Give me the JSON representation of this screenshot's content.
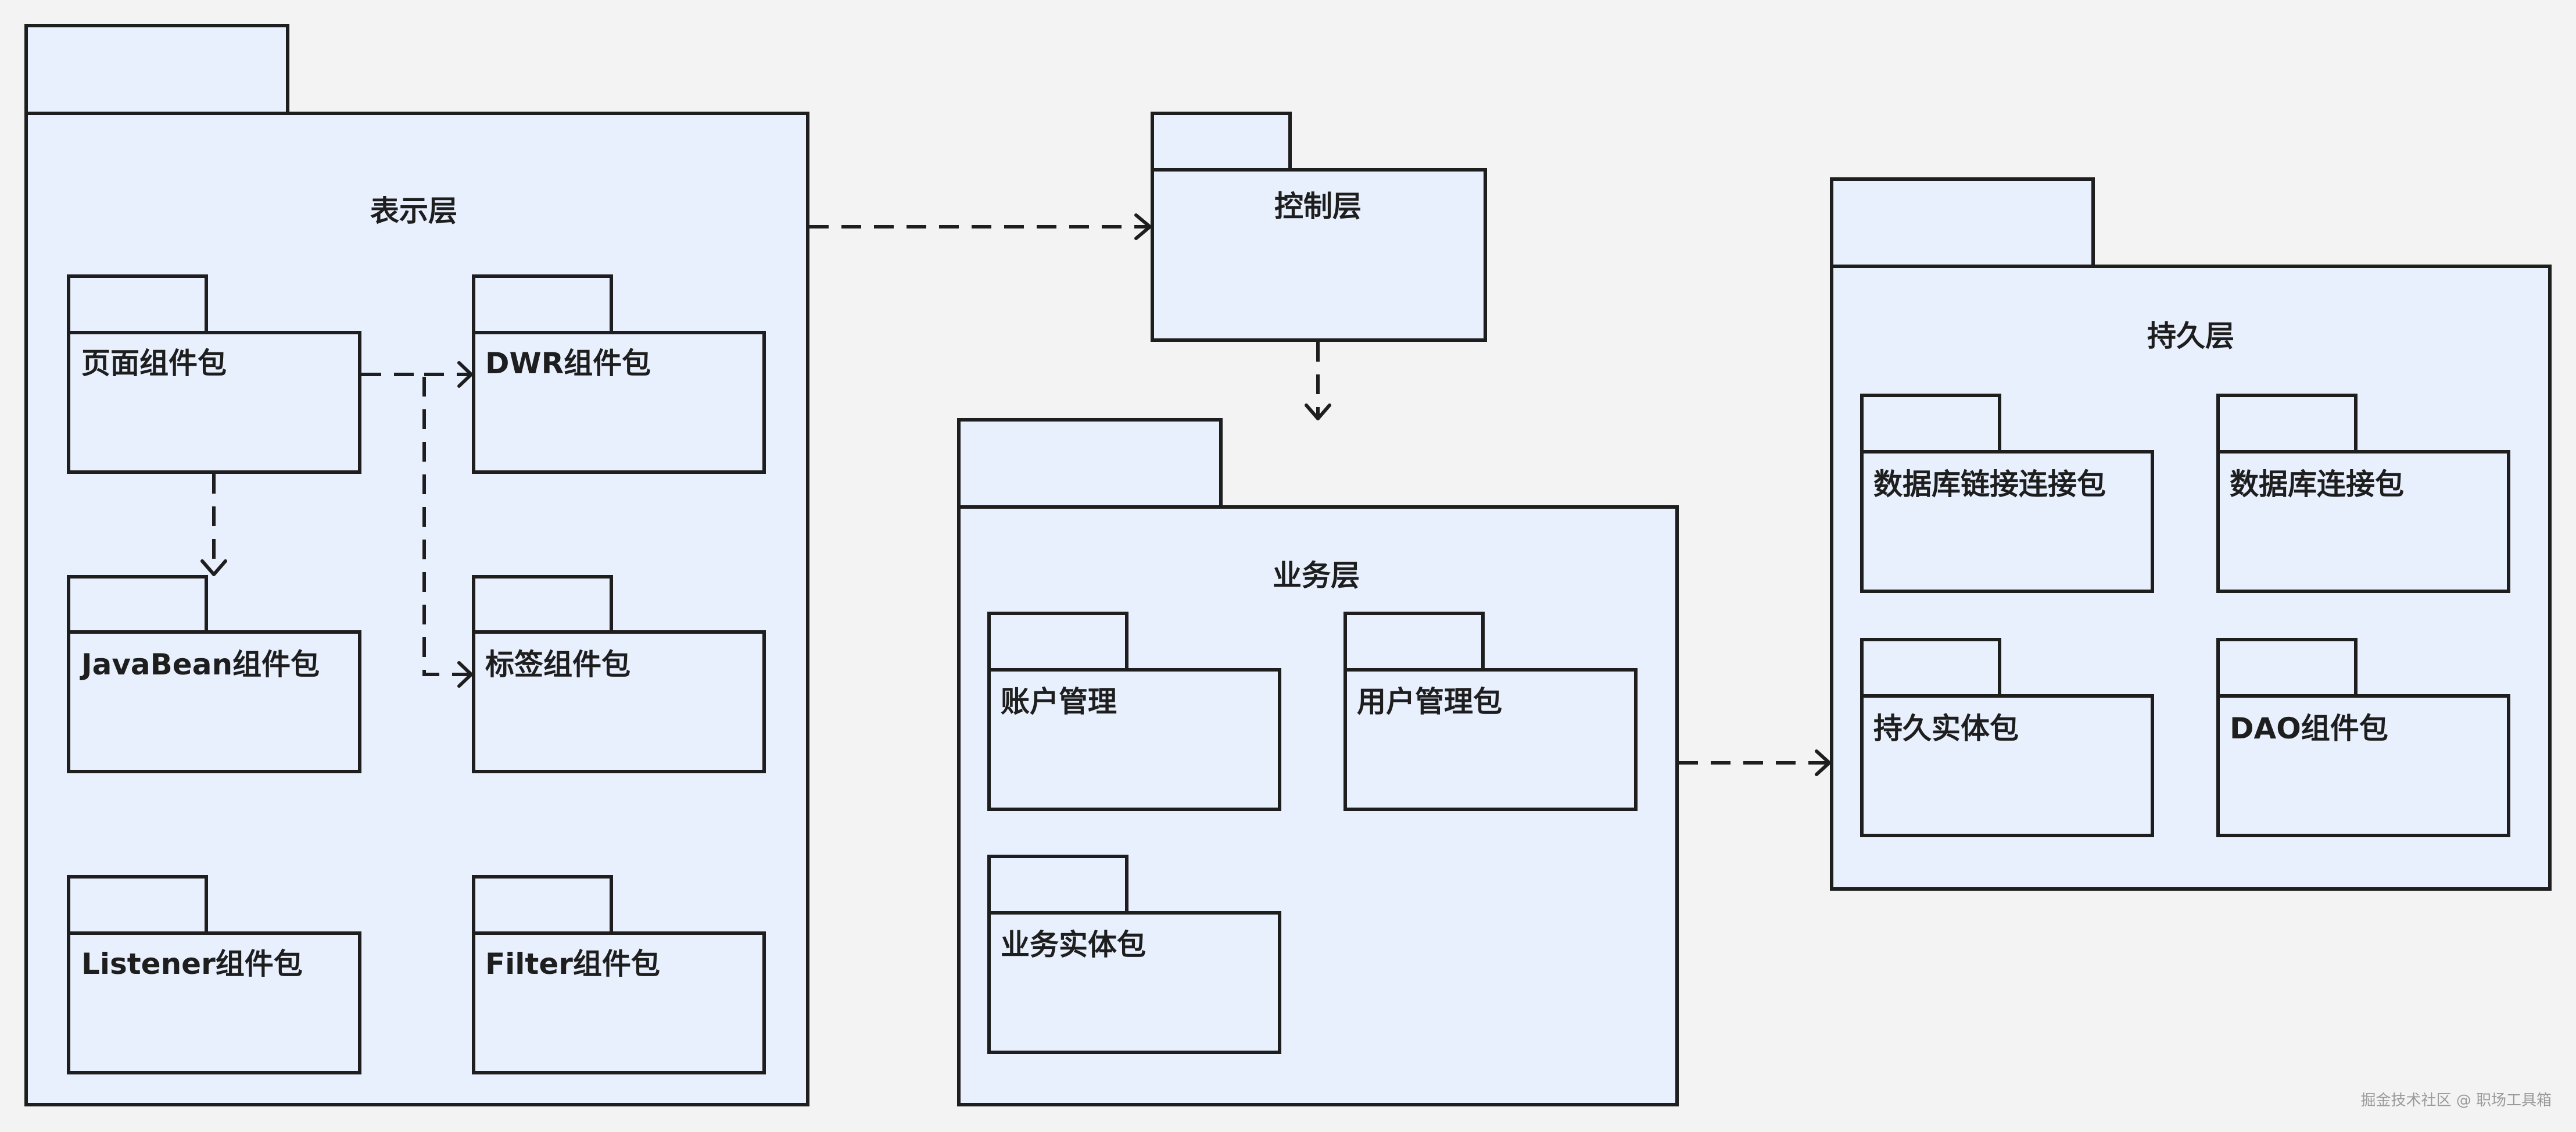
{
  "colors": {
    "background": "#f3f3f3",
    "package_fill": "#e8effd",
    "stroke": "#1e1e1e"
  },
  "packages": {
    "presentation_layer": "表示层",
    "control_layer": "控制层",
    "business_layer": "业务层",
    "persistence_layer": "持久层",
    "page_component_pkg": "页面组件包",
    "dwr_component_pkg": "DWR组件包",
    "javabean_component_pkg": "JavaBean组件包",
    "tag_component_pkg": "标签组件包",
    "listener_component_pkg": "Listener组件包",
    "filter_component_pkg": "Filter组件包",
    "account_mgmt": "账户管理",
    "user_mgmt_pkg": "用户管理包",
    "business_entity_pkg": "业务实体包",
    "db_link_conn_pkg": "数据库链接连接包",
    "db_conn_pkg": "数据库连接包",
    "persistent_entity_pkg": "持久实体包",
    "dao_component_pkg": "DAO组件包"
  },
  "watermark": "掘金技术社区 @ 职场工具箱"
}
